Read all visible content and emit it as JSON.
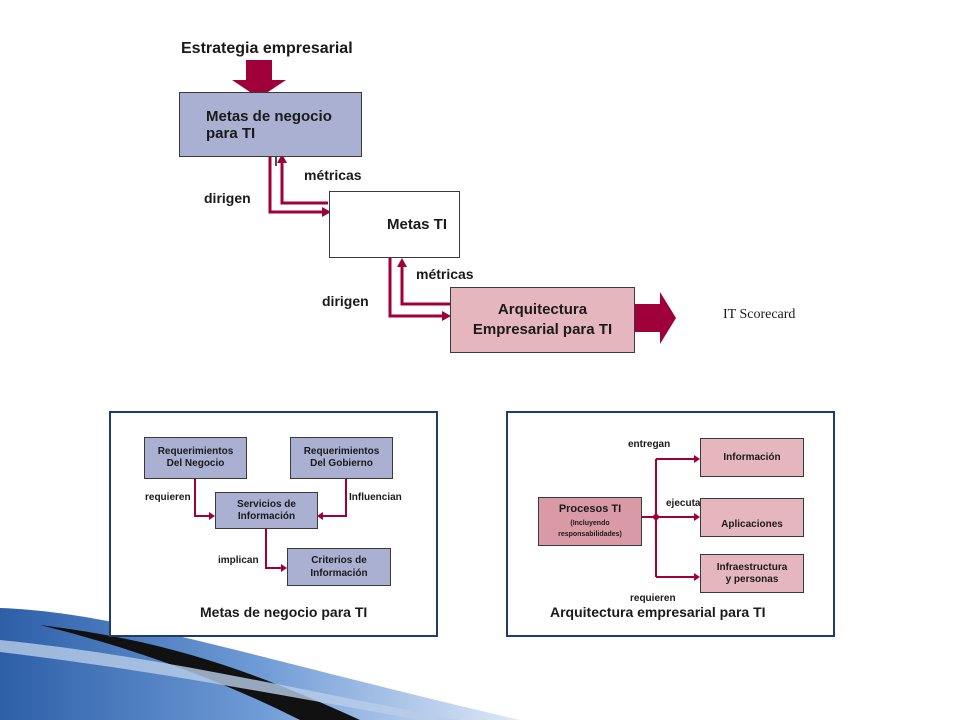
{
  "top": {
    "strategy_label": "Estrategia empresarial",
    "box1": {
      "line1": "Metas de negocio",
      "line2": "para TI"
    },
    "metricas1": "métricas",
    "dirigen1": "dirigen",
    "box2": "Metas TI",
    "metricas2": "métricas",
    "dirigen2": "dirigen",
    "box3": {
      "line1": "Arquitectura",
      "line2": "Empresarial para TI"
    },
    "scorecard": "IT Scorecard"
  },
  "left_panel": {
    "req_negocio": {
      "line1": "Requerimientos",
      "line2": "Del Negocio"
    },
    "req_gobierno": {
      "line1": "Requerimientos",
      "line2": "Del Gobierno"
    },
    "servicios": {
      "line1": "Servicios de",
      "line2": "Información"
    },
    "criterios": {
      "line1": "Criterios de",
      "line2": "Información"
    },
    "requieren": "requieren",
    "influencian": "Influencian",
    "implican": "implican",
    "caption": "Metas de negocio para TI"
  },
  "right_panel": {
    "procesos": {
      "line1": "Procesos TI",
      "line2": "(Incluyendo",
      "line3": "responsabilidades)"
    },
    "informacion": "Información",
    "aplicaciones": "Aplicaciones",
    "infra": {
      "line1": "Infraestructura",
      "line2": "y personas"
    },
    "entregan": "entregan",
    "ejecutan": "ejecutan",
    "requieren": "requieren",
    "caption": "Arquitectura empresarial para TI"
  },
  "colors": {
    "accent_arrow": "#a0003a",
    "blue_box": "#a9b0d2",
    "pink_box": "#e6b6bf",
    "panel_border": "#1f3b6e"
  }
}
